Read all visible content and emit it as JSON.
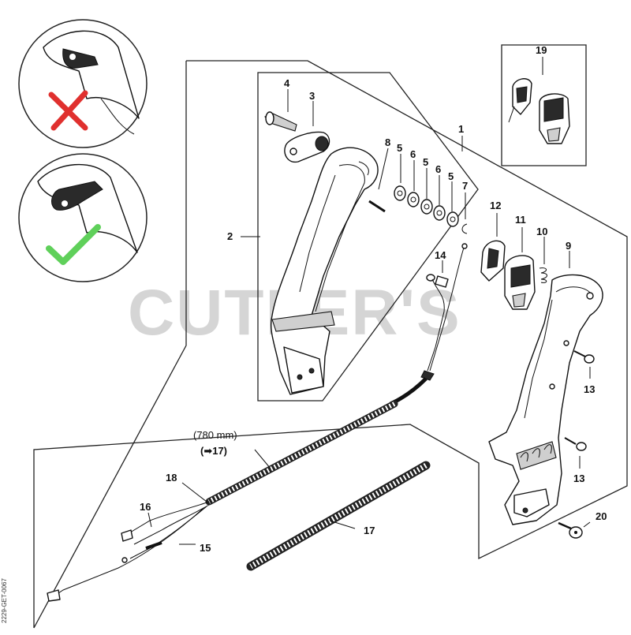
{
  "callouts": [
    {
      "id": "c1",
      "text": "1"
    },
    {
      "id": "c2",
      "text": "2"
    },
    {
      "id": "c3",
      "text": "3"
    },
    {
      "id": "c4",
      "text": "4"
    },
    {
      "id": "c5a",
      "text": "5"
    },
    {
      "id": "c5b",
      "text": "5"
    },
    {
      "id": "c5c",
      "text": "5"
    },
    {
      "id": "c6a",
      "text": "6"
    },
    {
      "id": "c6b",
      "text": "6"
    },
    {
      "id": "c7",
      "text": "7"
    },
    {
      "id": "c8",
      "text": "8"
    },
    {
      "id": "c9",
      "text": "9"
    },
    {
      "id": "c10",
      "text": "10"
    },
    {
      "id": "c11",
      "text": "11"
    },
    {
      "id": "c12",
      "text": "12"
    },
    {
      "id": "c13a",
      "text": "13"
    },
    {
      "id": "c13b",
      "text": "13"
    },
    {
      "id": "c14",
      "text": "14"
    },
    {
      "id": "c15",
      "text": "15"
    },
    {
      "id": "c16",
      "text": "16"
    },
    {
      "id": "c17",
      "text": "17"
    },
    {
      "id": "c18",
      "text": "18"
    },
    {
      "id": "c19",
      "text": "19"
    },
    {
      "id": "c20",
      "text": "20"
    }
  ],
  "cable_note": {
    "length": "(780 mm)",
    "ref": "(➡17)"
  },
  "watermark": "CUTLER'S",
  "drawing_code": "2229-GET-0067",
  "colors": {
    "wrong": "#e0302e",
    "right": "#5fd05a",
    "line": "#111111",
    "watermark": "#c8c8c8"
  },
  "icons": {
    "wrong": "cross-icon",
    "right": "check-icon"
  }
}
